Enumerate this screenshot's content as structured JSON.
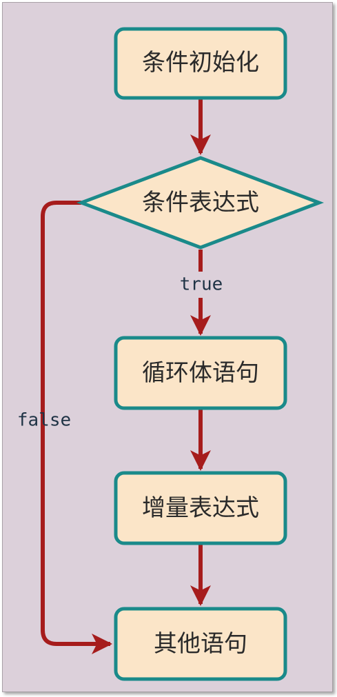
{
  "colors": {
    "background": "#dcd0da",
    "node_fill": "#fbe5c8",
    "node_border": "#1a8a8a",
    "arrow": "#a61c1c",
    "text": "#2a2a2a",
    "edge_text": "#1f3345"
  },
  "nodes": {
    "init": "条件初始化",
    "condition": "条件表达式",
    "body": "循环体语句",
    "increment": "增量表达式",
    "other": "其他语句"
  },
  "edges": {
    "true_label": "true",
    "false_label": "false"
  }
}
